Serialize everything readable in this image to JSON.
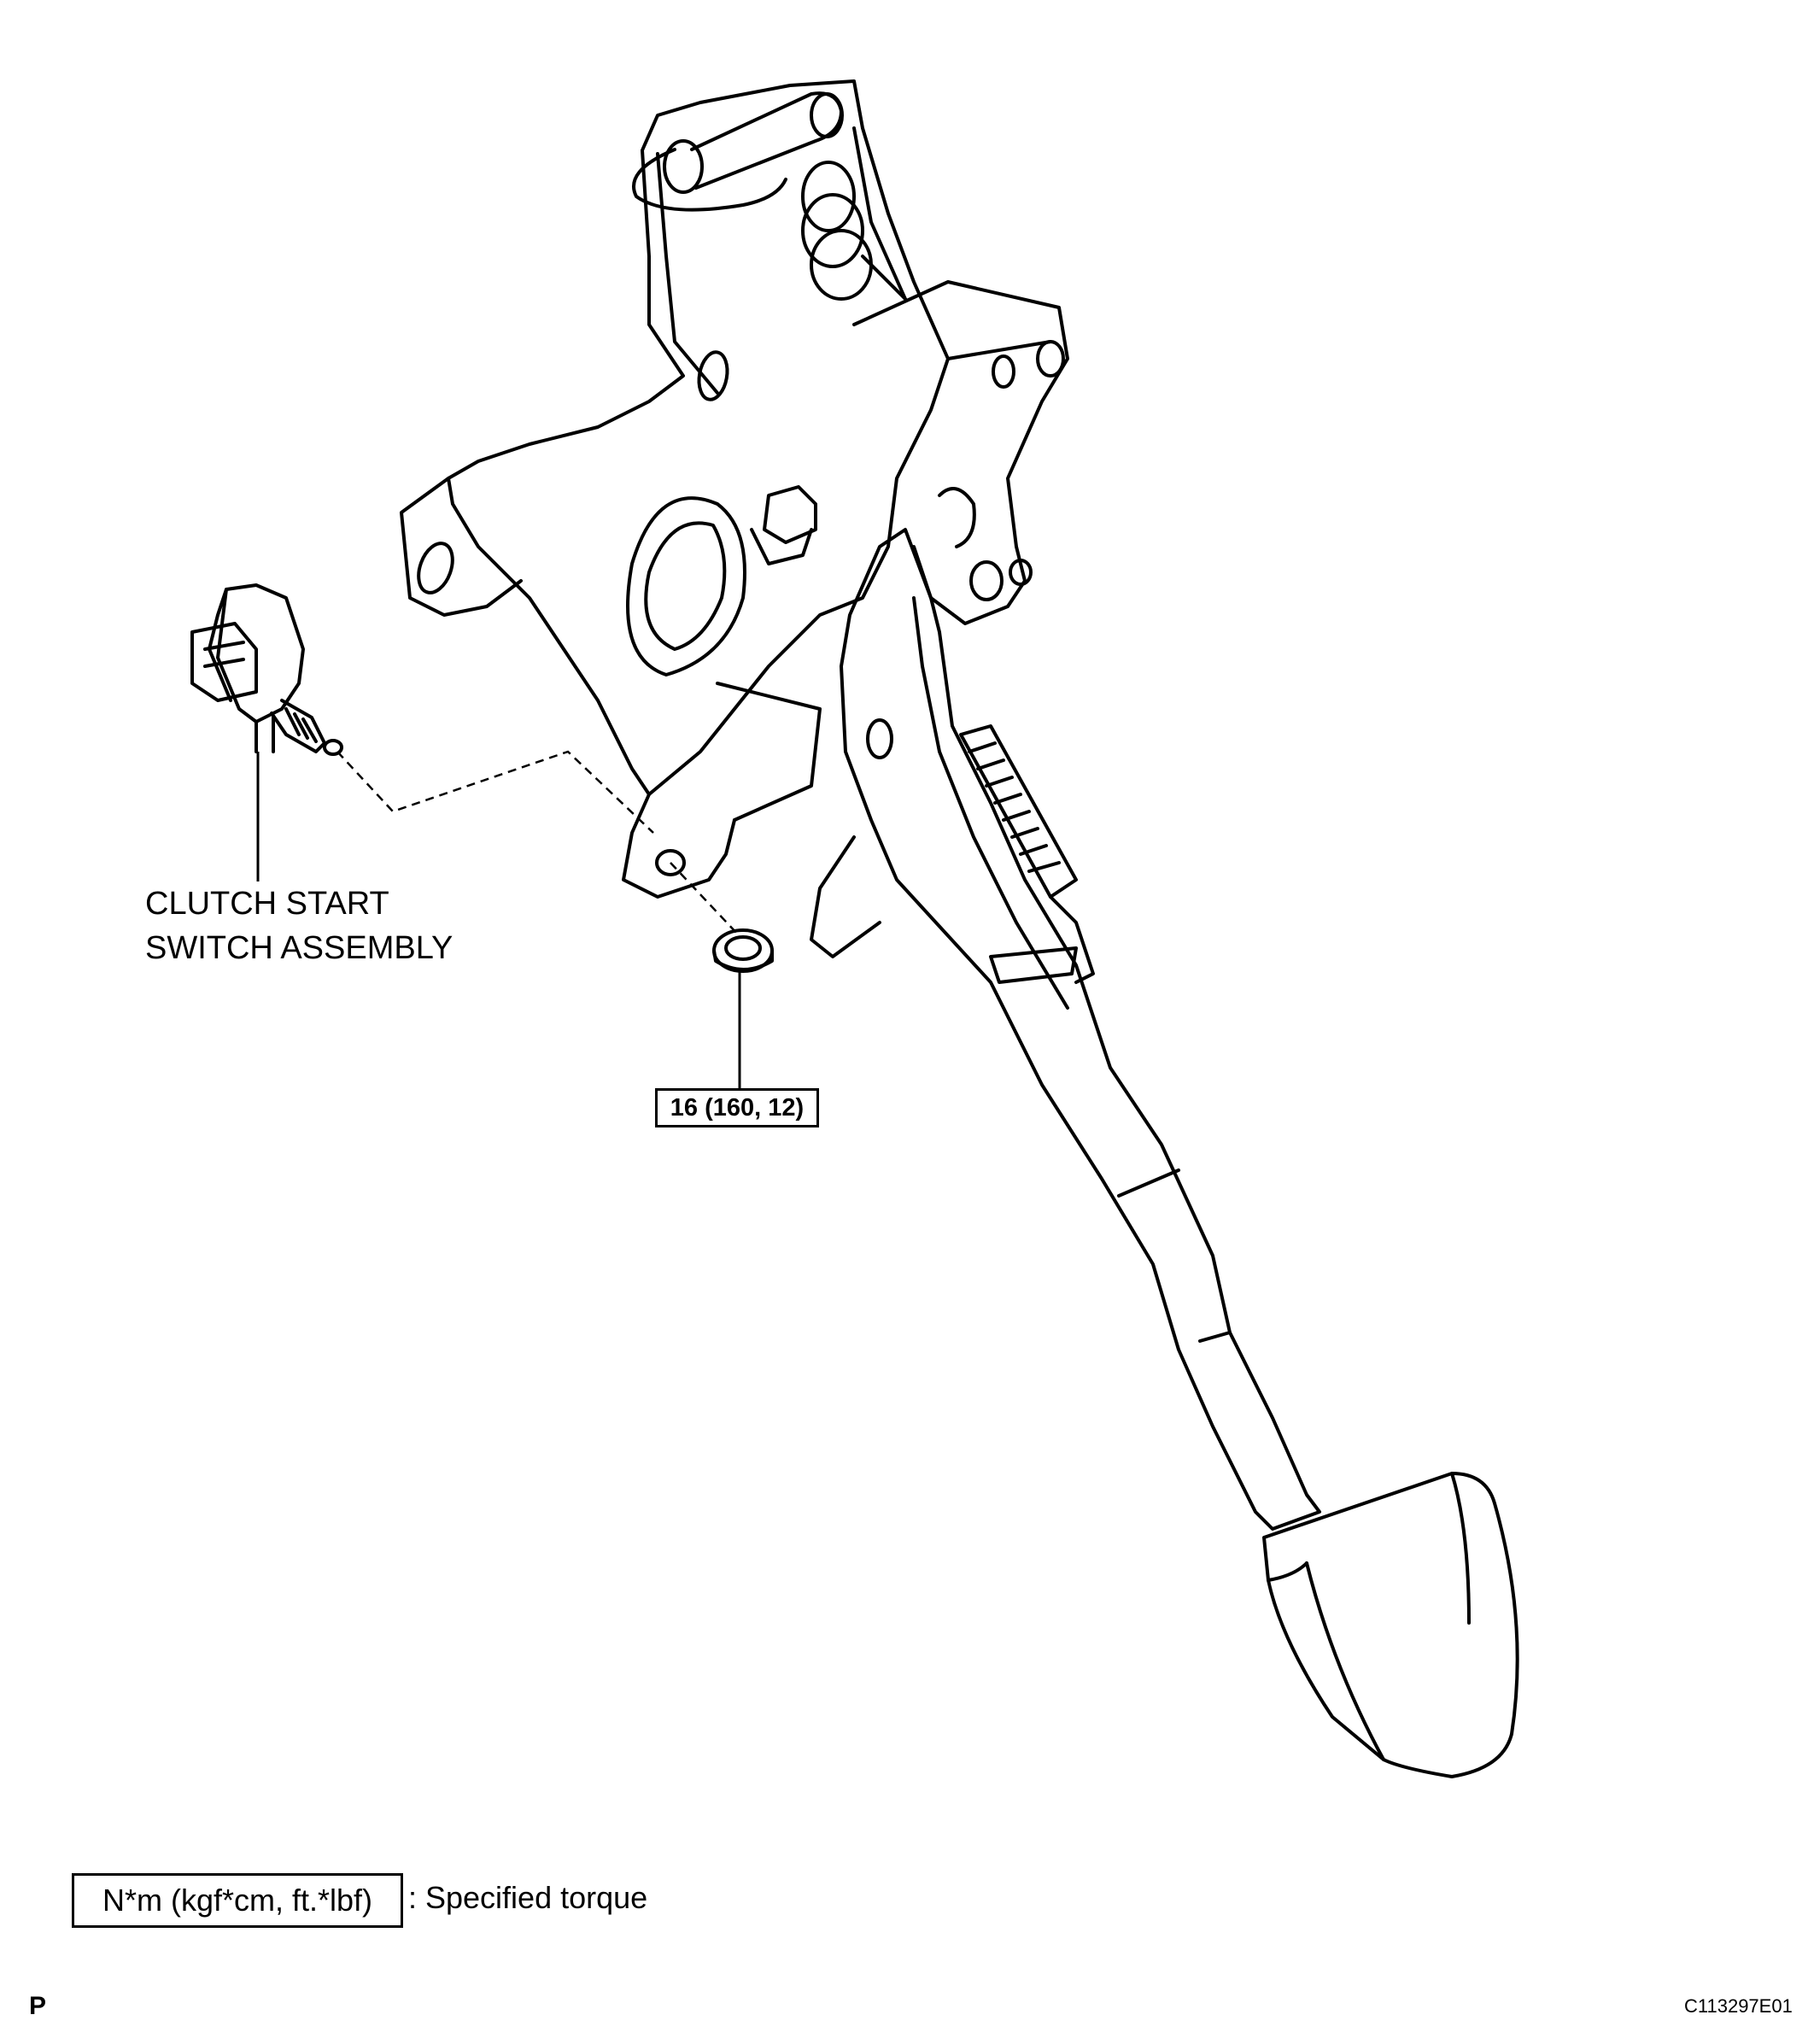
{
  "diagram": {
    "component_label_line1": "CLUTCH START",
    "component_label_line2": "SWITCH ASSEMBLY",
    "torque_value": "16 (160, 12)",
    "legend_box": "N*m (kgf*cm, ft.*lbf)",
    "legend_text": ": Specified torque",
    "corner_mark": "P",
    "figure_code": "C113297E01"
  },
  "colors": {
    "line": "#000000",
    "background": "#ffffff"
  }
}
